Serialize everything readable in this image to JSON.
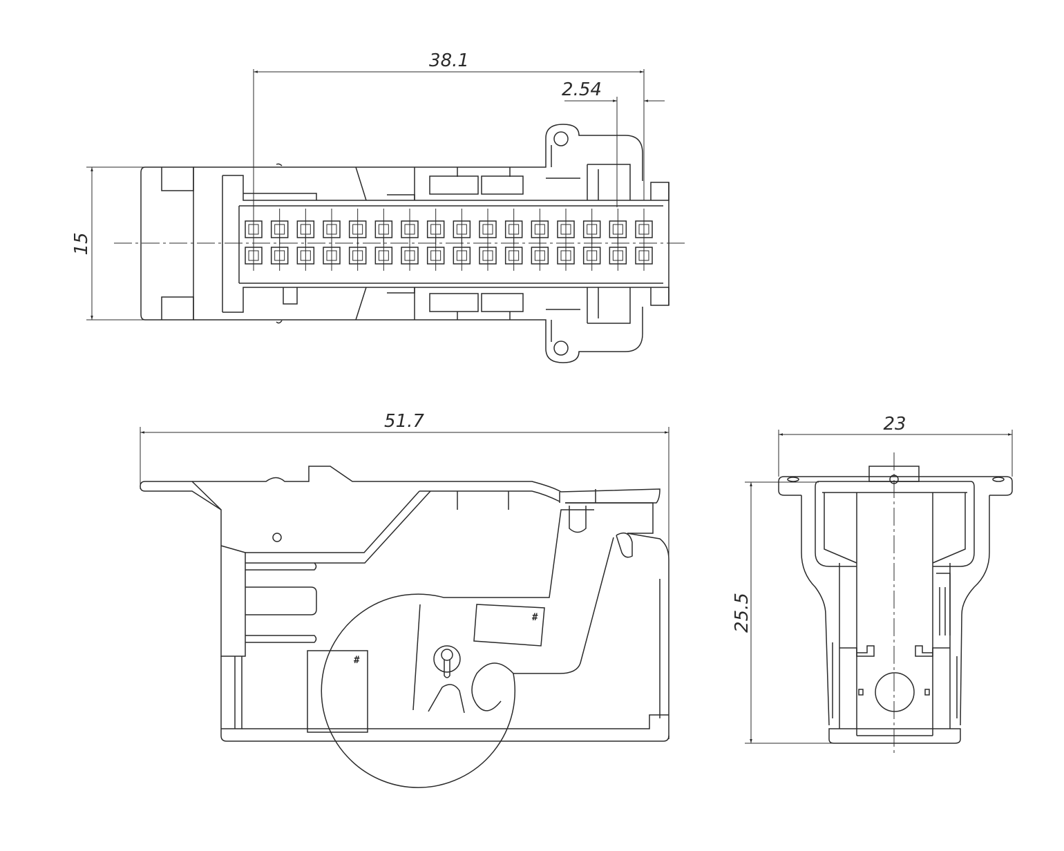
{
  "dimensions": {
    "pin_span": "38.1",
    "pitch": "2.54",
    "height_top_view": "15",
    "overall_length": "51.7",
    "overall_width": "23",
    "overall_height": "25.5"
  },
  "markings": {
    "label_a": "#",
    "label_b": "#"
  },
  "pin_grid": {
    "rows": 2,
    "columns": 16
  }
}
